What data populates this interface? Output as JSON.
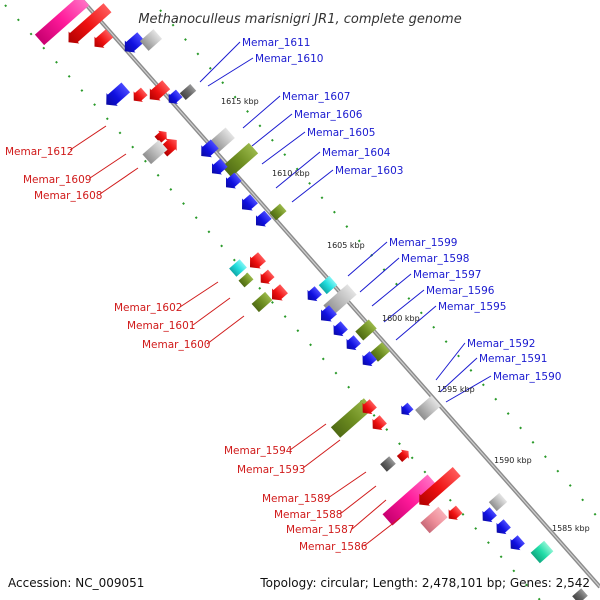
{
  "title": "Methanoculleus marisnigri JR1, complete genome",
  "footer": {
    "accession": "Accession: NC_009051",
    "topology": "Topology: circular; Length: 2,478,101 bp; Genes: 2,542"
  },
  "scale_labels": [
    "1615 kbp",
    "1610 kbp",
    "1605 kbp",
    "1600 kbp",
    "1595 kbp",
    "1590 kbp",
    "1585 kbp"
  ],
  "genes": {
    "forward_strand": [
      "Memar_1611",
      "Memar_1610",
      "Memar_1607",
      "Memar_1606",
      "Memar_1605",
      "Memar_1604",
      "Memar_1603",
      "Memar_1599",
      "Memar_1598",
      "Memar_1597",
      "Memar_1596",
      "Memar_1595",
      "Memar_1592",
      "Memar_1591",
      "Memar_1590"
    ],
    "reverse_strand": [
      "Memar_1612",
      "Memar_1609",
      "Memar_1608",
      "Memar_1602",
      "Memar_1601",
      "Memar_1600",
      "Memar_1594",
      "Memar_1593",
      "Memar_1589",
      "Memar_1588",
      "Memar_1587",
      "Memar_1586"
    ]
  },
  "colors": {
    "forward_label": "#1a1ad0",
    "reverse_label": "#d01a1a",
    "backbone": "#999999",
    "dotted_track": "#2a9a2a",
    "gene_blue": "#1010e0",
    "gene_red": "#ee1111",
    "gene_olive": "#6f8f22",
    "gene_gray": "#bbbbbb",
    "gene_cyan": "#22dddd",
    "gene_magenta": "#ff1a9a",
    "gene_teal": "#22ddaa"
  }
}
